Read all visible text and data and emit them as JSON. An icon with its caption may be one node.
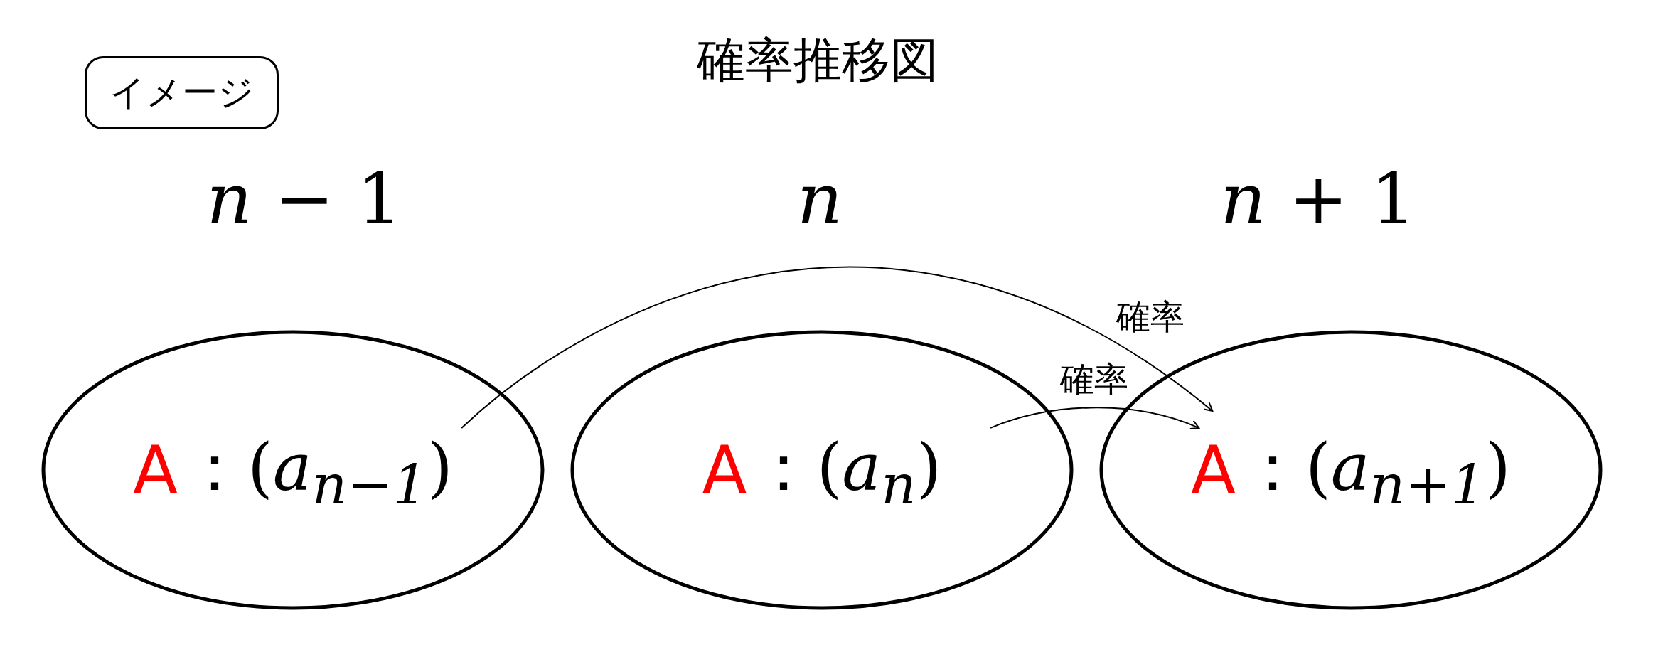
{
  "diagram": {
    "title": "確率推移図",
    "nodes": [
      {
        "text": [
          "イメージ"
        ]
      },
      {
        "text": [
          "A",
          "：(*a*$_{n−1}$)"
        ]
      },
      {
        "text": [
          "A",
          "：(*a*$_{n}$)"
        ]
      },
      {
        "text": [
          "A",
          "：(*a*$_{n+1}$)"
        ]
      }
    ],
    "edges": [
      {
        "from": 1,
        "to": 3,
        "arrow": "to",
        "label": "確率"
      },
      {
        "from": 2,
        "to": 3,
        "arrow": "to",
        "label": "確率"
      }
    ],
    "labels": [
      "*n* − 1",
      "*n*",
      "*n* + 1"
    ]
  }
}
